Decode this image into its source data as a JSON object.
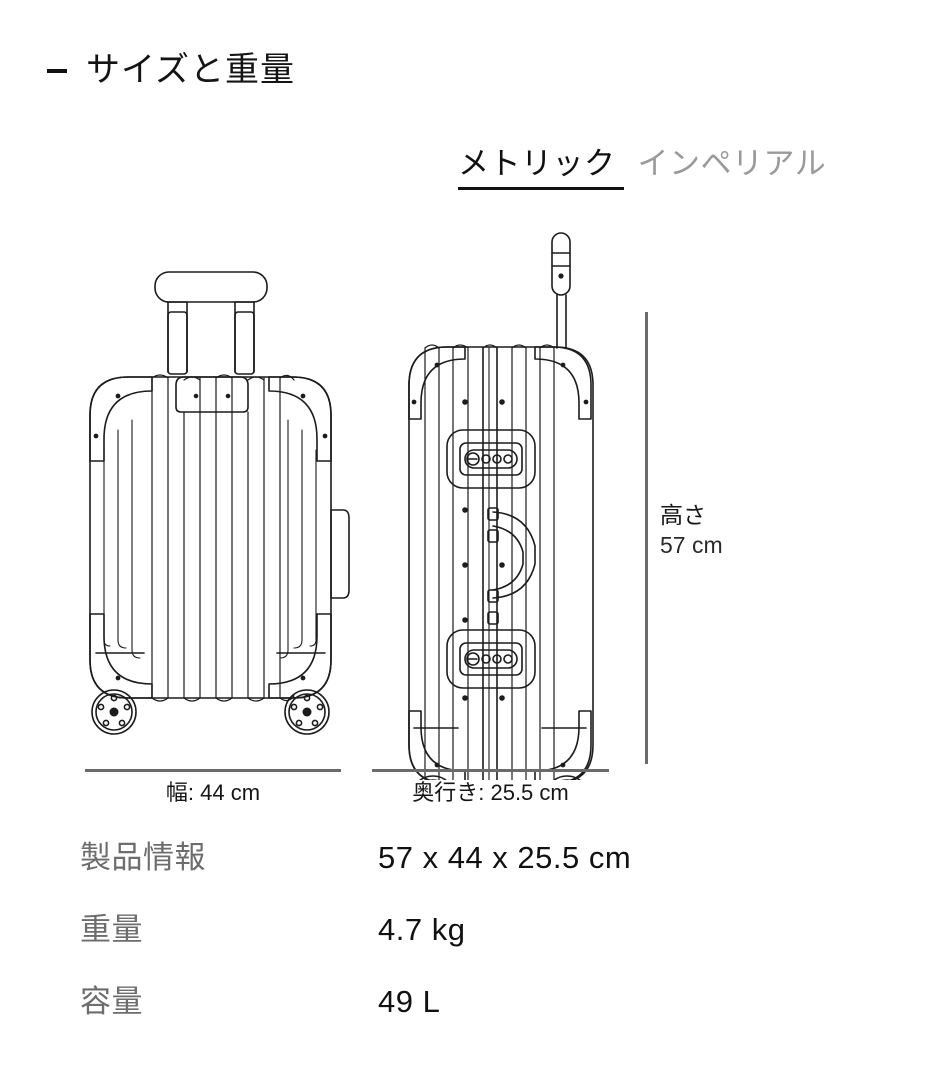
{
  "header": {
    "collapse_icon": "minus-icon",
    "title": "サイズと重量"
  },
  "unit_tabs": [
    {
      "label": "メトリック",
      "active": true
    },
    {
      "label": "インペリアル",
      "active": false
    }
  ],
  "diagram": {
    "front_view_name": "suitcase-front-view",
    "side_view_name": "suitcase-side-view",
    "width_label": "幅: 44 cm",
    "depth_label": "奥行き: 25.5 cm",
    "height_title": "高さ",
    "height_value": "57 cm"
  },
  "specs": [
    {
      "label": "製品情報",
      "value": "57 x 44 x 25.5 cm"
    },
    {
      "label": "重量",
      "value": "4.7 kg"
    },
    {
      "label": "容量",
      "value": "49 L"
    }
  ],
  "colors": {
    "text": "#111111",
    "muted": "#6d6d6d",
    "inactive_tab": "#9a9a9a",
    "rule": "#6b6b6b",
    "line_art": "#1c1c1c",
    "background": "#ffffff"
  }
}
